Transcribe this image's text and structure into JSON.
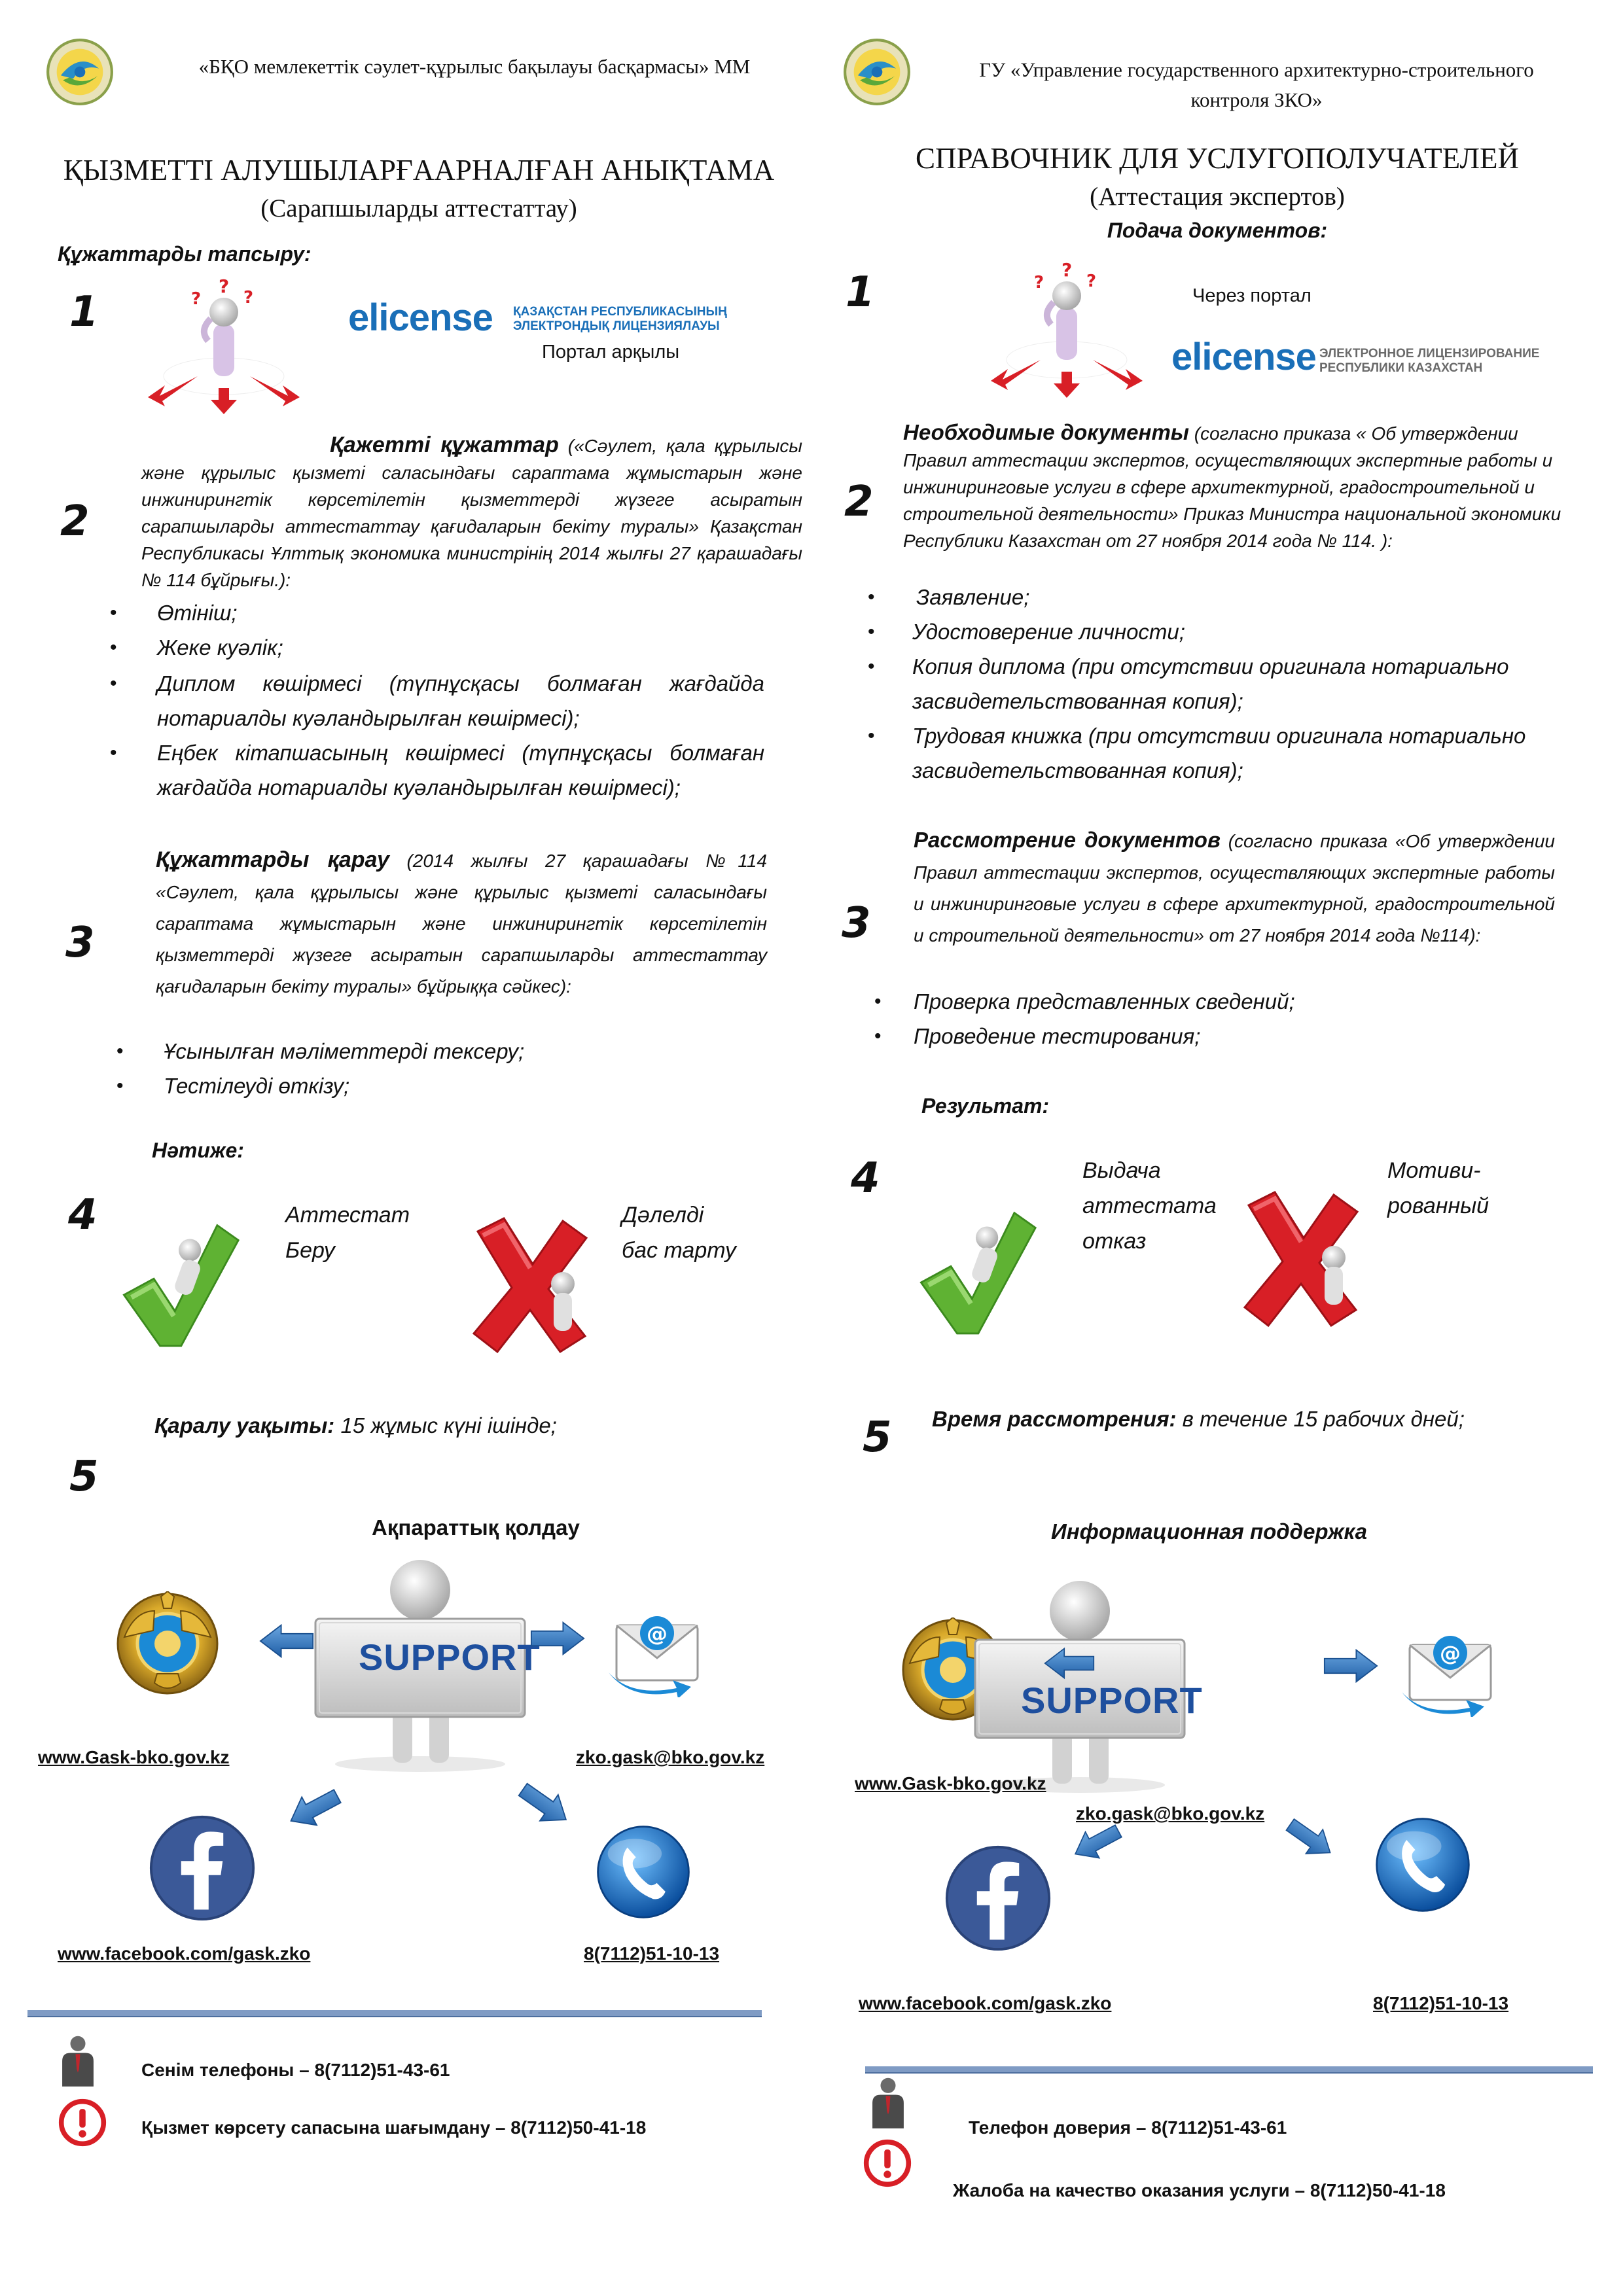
{
  "colors": {
    "accent": "#1a6fb8",
    "green": "#5fb233",
    "red": "#d81f26",
    "divider": "#7f9bc4",
    "facebook": "#3b5998"
  },
  "left": {
    "header": "«БҚО мемлекеттік сәулет-құрылыс бақылауы басқармасы» ММ",
    "title": "ҚЫЗМЕТТІ АЛУШЫЛАРҒААРНАЛҒАН АНЫҚТАМА",
    "subtitle": "(Сарапшыларды аттестаттау)",
    "submit_heading": "Құжаттарды тапсыру:",
    "elicense": {
      "logo": "elicense",
      "caption_line1": "ҚАЗАҚСТАН РЕСПУБЛИКАСЫНЫҢ",
      "caption_line2": "ЭЛЕКТРОНДЫҚ ЛИЦЕНЗИЯЛАУЫ",
      "portal": "Портал арқылы"
    },
    "docs": {
      "heading": "Қажетті құжаттар",
      "text": "(«Сәулет, қала құрылысы және құрылыс қызметі саласындағы сараптама жұмыстарын және инжинирингтік көрсетілетін қызметтерді жүзеге асыратын сарапшыларды аттестаттау қағидаларын бекіту туралы» Қазақстан Республикасы Ұлттық экономика министрінің 2014 жылғы 27 қарашадағы № 114 бұйрығы.):",
      "items": [
        "Өтініш;",
        "Жеке куәлік;",
        "Диплом көшірмесі (түпнұсқасы болмаған жағдайда нотариалды куәландырылған көшірмесі);",
        "Еңбек кітапшасының көшірмесі (түпнұсқасы болмаған жағдайда нотариалды куәландырылған көшірмесі);"
      ]
    },
    "review": {
      "heading": "Құжаттарды қарау",
      "text": "(2014 жылғы 27 қарашадағы №114 «Сәулет, қала құрылысы және құрылыс қызметі саласындағы сараптама жұмыстарын және инжинирингтік көрсетілетін қызметтерді жүзеге асыратын сарапшыларды аттестаттау қағидаларын бекіту туралы» бұйрыққа сәйкес):",
      "items": [
        "Ұсынылған мәліметтерді тексеру;",
        "Тестілеуді өткізу;"
      ]
    },
    "result": {
      "heading": "Нәтиже:",
      "yes_line1": "Аттестат",
      "yes_line2": "Беру",
      "no_line1": "Дәлелді",
      "no_line2": "бас тарту"
    },
    "time": {
      "label": "Қаралу уақыты:",
      "value": "15 жұмыс күні ішінде;"
    },
    "support": {
      "heading": "Ақпараттық қолдау",
      "board": "SUPPORT",
      "site": "www.Gask-bko.gov.kz",
      "email": "zko.gask@bko.gov.kz",
      "facebook": "www.facebook.com/gask.zko",
      "phone": "8(7112)51-10-13"
    },
    "footer": {
      "trust": "Сенім телефоны – 8(7112)51-43-61",
      "complaint": "Қызмет көрсету сапасына шағымдану – 8(7112)50-41-18"
    }
  },
  "right": {
    "header_line1": "ГУ «Управление государственного архитектурно-строительного",
    "header_line2": "контроля ЗКО»",
    "title": "СПРАВОЧНИК ДЛЯ УСЛУГОПОЛУЧАТЕЛЕЙ",
    "subtitle": "(Аттестация экспертов)",
    "submit_heading": "Подача документов:",
    "elicense": {
      "via": "Через портал",
      "logo": "elicense",
      "caption_line1": "ЭЛЕКТРОННОЕ ЛИЦЕНЗИРОВАНИЕ",
      "caption_line2": "РЕСПУБЛИКИ КАЗАХСТАН"
    },
    "docs": {
      "heading": "Необходимые документы",
      "text": " (согласно приказа « Об утверждении Правил аттестации экспертов, осуществляющих экспертные работы и инжиниринговые услуги в сфере архитектурной, градостроительной и строительной деятельности» Приказ Министра национальной экономики Республики Казахстан от 27 ноября 2014 года № 114. ):",
      "items": [
        "Заявление;",
        "Удостоверение личности;",
        "Копия диплома (при отсутствии оригинала нотариально засвидетельствованная копия);",
        "Трудовая книжка (при отсутствии оригинала нотариально засвидетельствованная копия);"
      ]
    },
    "review": {
      "heading": "Рассмотрение документов",
      "text": " (согласно приказа «Об утверждении Правил аттестации экспертов, осуществляющих экспертные работы и инжиниринговые услуги в сфере архитектурной, градостроительной и строительной деятельности» от 27 ноября 2014 года №114):",
      "items": [
        "Проверка представленных сведений;",
        "Проведение тестирования;"
      ]
    },
    "result": {
      "heading": "Результат:",
      "yes_line1": "Выдача",
      "yes_line2": "аттестата",
      "yes_line3": "отказ",
      "no_line1": "Мотиви-",
      "no_line2": "рованный"
    },
    "time": {
      "label": "Время рассмотрения:",
      "value": " в течение 15  рабочих дней;"
    },
    "support": {
      "heading": "Информационная поддержка",
      "board": "SUPPORT",
      "site": "www.Gask-bko.gov.kz",
      "email": "zko.gask@bko.gov.kz",
      "facebook": "www.facebook.com/gask.zko",
      "phone": "8(7112)51-10-13"
    },
    "footer": {
      "trust": "Телефон доверия – 8(7112)51-43-61",
      "complaint": "Жалоба на качество оказания услуги – 8(7112)50-41-18"
    }
  },
  "step_numbers": [
    "1",
    "2",
    "3",
    "4",
    "5"
  ]
}
